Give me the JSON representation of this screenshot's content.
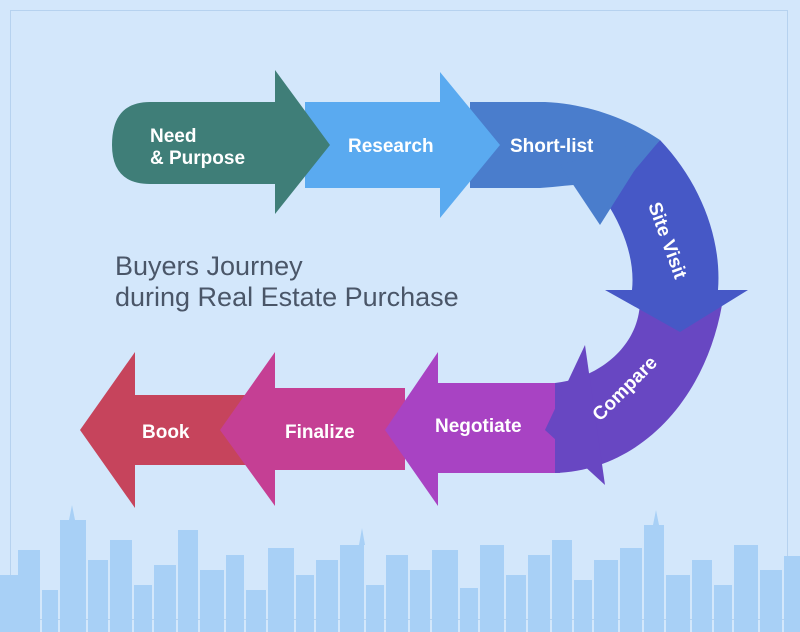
{
  "title_lines": [
    "Buyers Journey",
    "during Real Estate Purchase"
  ],
  "steps": [
    {
      "lines": [
        "Need",
        "& Purpose"
      ],
      "color": "#3f7e78"
    },
    {
      "lines": [
        "Research"
      ],
      "color": "#5aaaf0"
    },
    {
      "lines": [
        "Short-list"
      ],
      "color": "#4a7dcc"
    },
    {
      "lines": [
        "Site Visit"
      ],
      "color": "#4658c6"
    },
    {
      "lines": [
        "Compare"
      ],
      "color": "#6847c2"
    },
    {
      "lines": [
        "Negotiate"
      ],
      "color": "#a843c3"
    },
    {
      "lines": [
        "Finalize"
      ],
      "color": "#c53f94"
    },
    {
      "lines": [
        "Book"
      ],
      "color": "#c6445c"
    }
  ],
  "colors": {
    "background": "#d3e7fb",
    "skyline": "#a8d0f6",
    "title": "#4a5668"
  }
}
